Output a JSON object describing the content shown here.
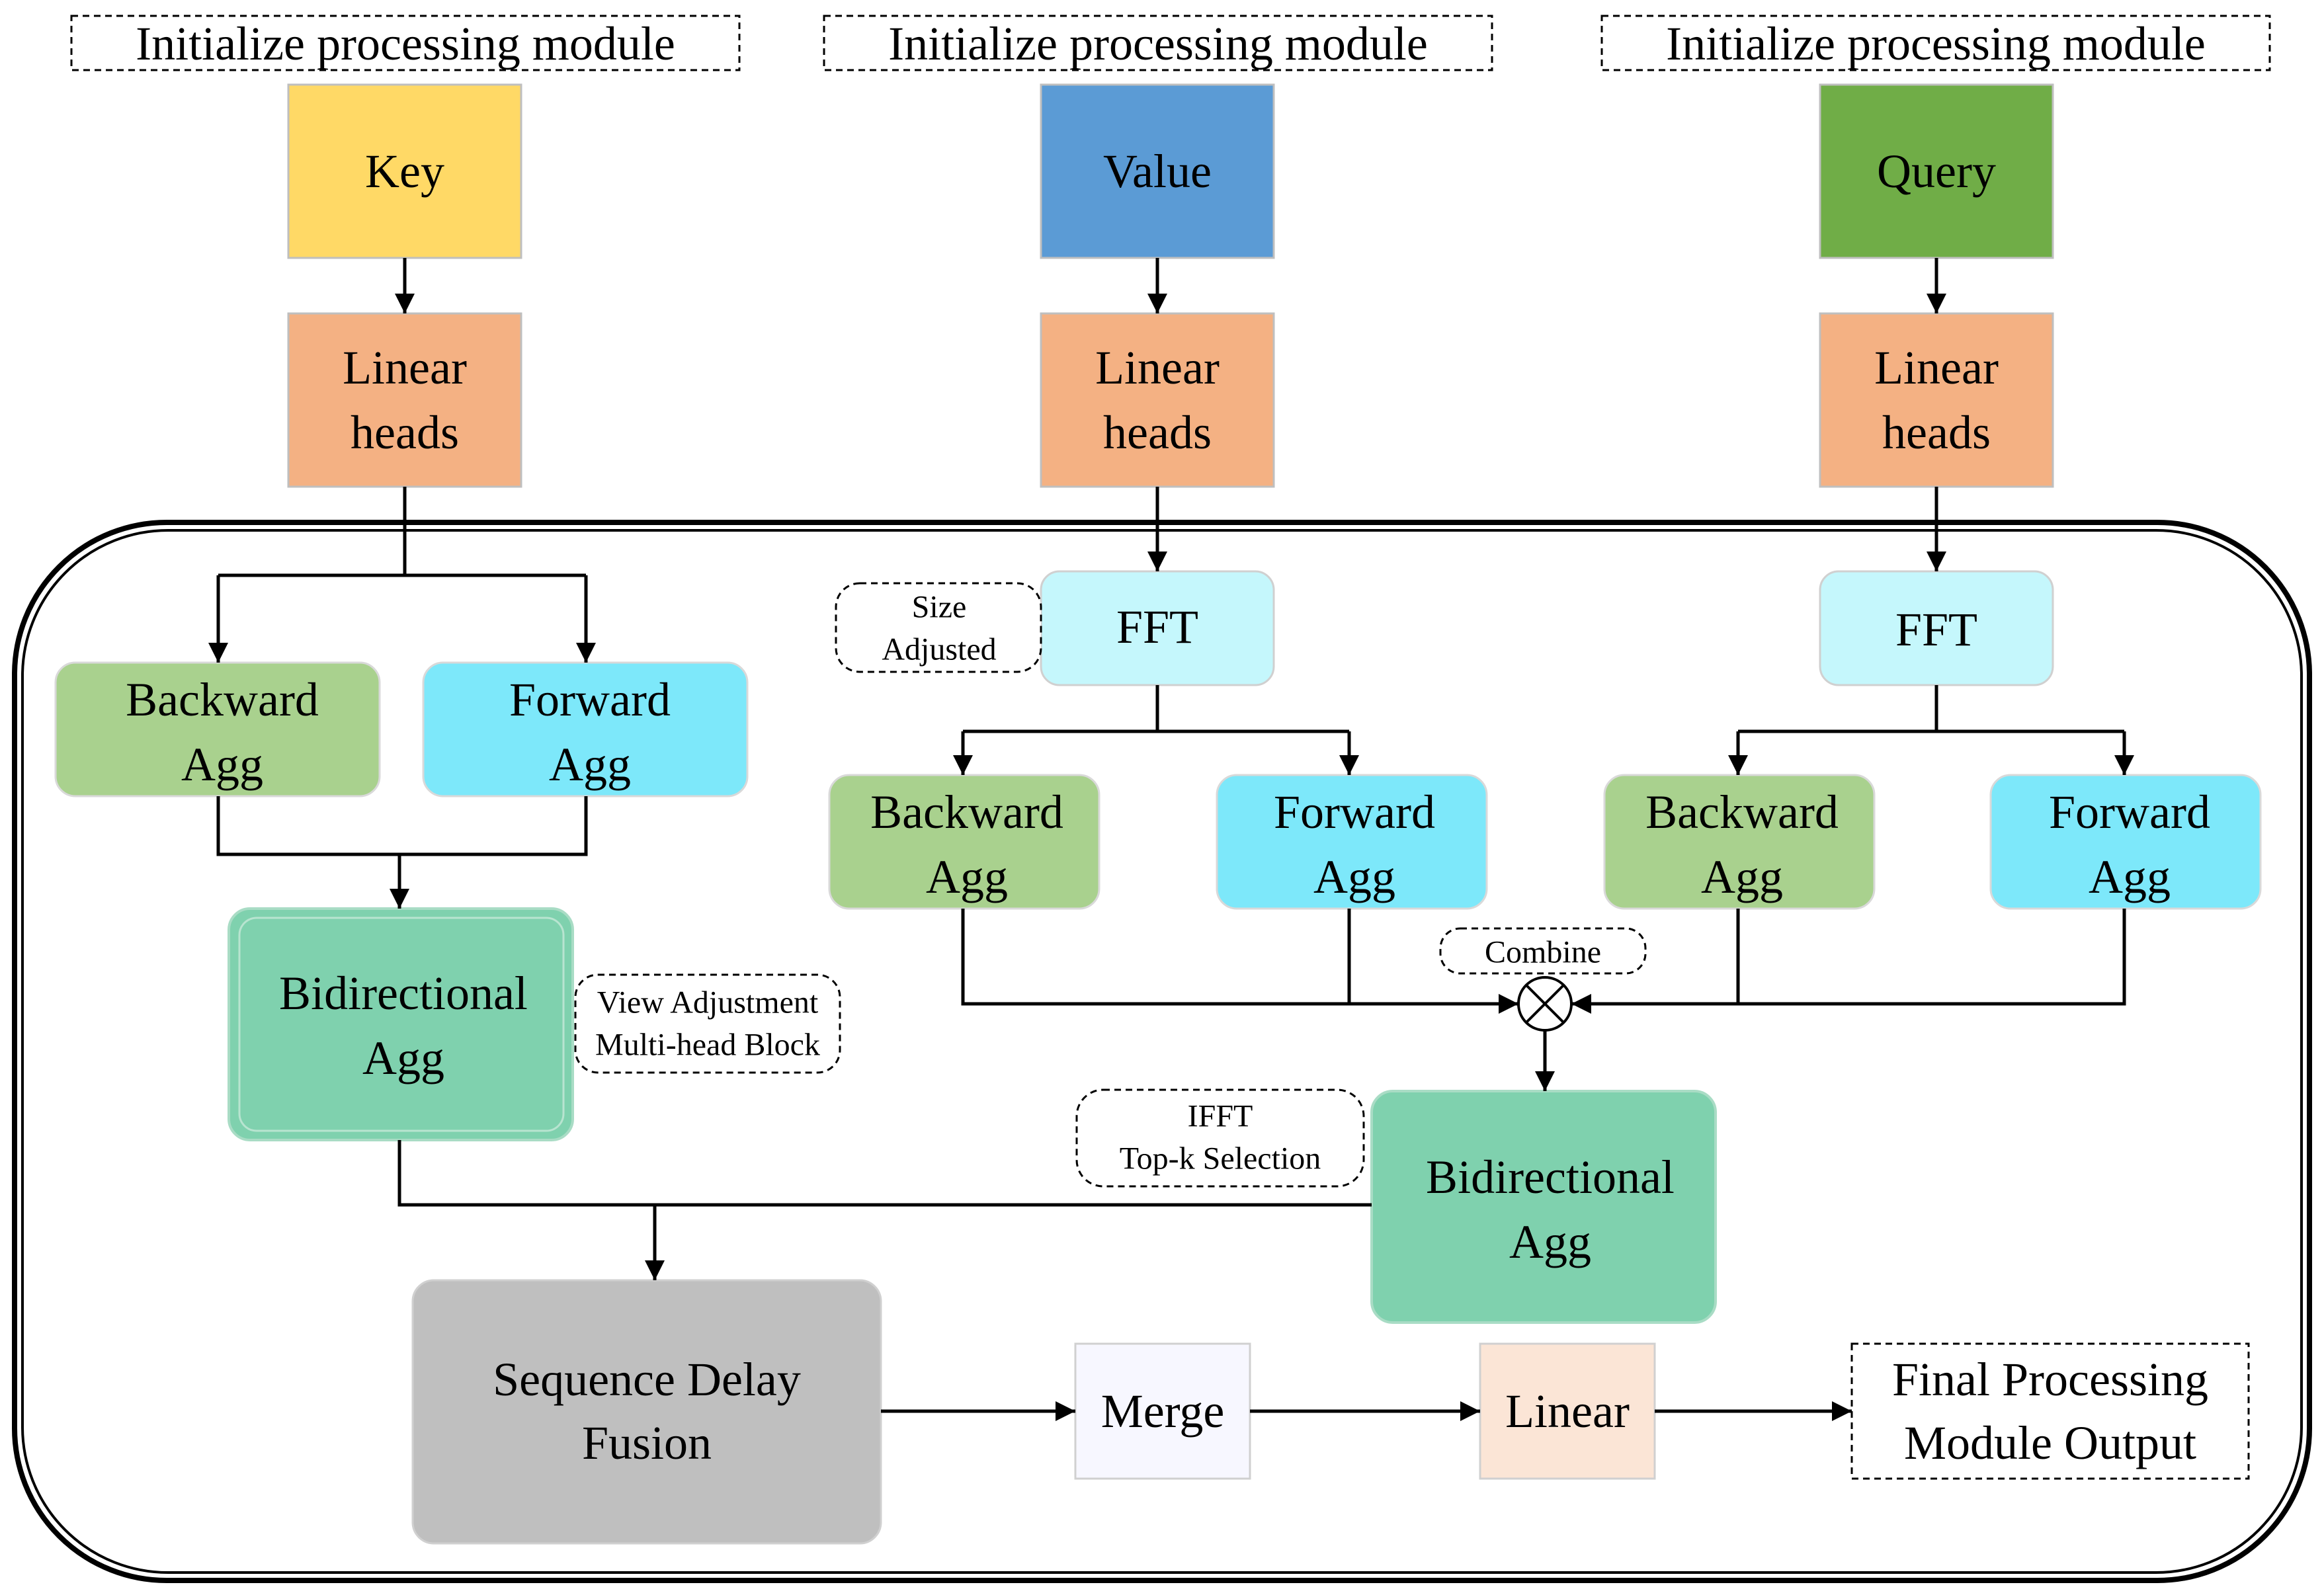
{
  "header_labels": [
    "Initialize processing module",
    "Initialize processing module",
    "Initialize processing module"
  ],
  "inputs": {
    "key": {
      "label": "Key",
      "color": "#FFD966"
    },
    "value": {
      "label": "Value",
      "color": "#5B9BD5"
    },
    "query": {
      "label": "Query",
      "color": "#70AD47"
    }
  },
  "linear_heads": {
    "line1": "Linear",
    "line2": "heads",
    "color": "#F4B183"
  },
  "fft": {
    "label": "FFT",
    "color": "#C5F7FC"
  },
  "backward_agg": {
    "line1": "Backward",
    "line2": "Agg",
    "color": "#A9D18E"
  },
  "forward_agg": {
    "line1": "Forward",
    "line2": "Agg",
    "color": "#7DE8FA"
  },
  "bidirectional_agg": {
    "line1": "Bidirectional",
    "line2": "Agg",
    "color": "#7FD1AE"
  },
  "annotations": {
    "size_adjusted": {
      "line1": "Size",
      "line2": "Adjusted"
    },
    "view_adjustment": {
      "line1": "View Adjustment",
      "line2": "Multi-head Block"
    },
    "combine": "Combine",
    "ifft": {
      "line1": "IFFT",
      "line2": "Top-k Selection"
    }
  },
  "sequence_delay_fusion": {
    "line1": "Sequence Delay",
    "line2": "Fusion",
    "color": "#BFBFBF"
  },
  "merge": {
    "label": "Merge",
    "color": "#F7F7FF"
  },
  "linear": {
    "label": "Linear",
    "color": "#FBE5D6"
  },
  "final_output": {
    "line1": "Final Processing",
    "line2": "Module Output"
  }
}
